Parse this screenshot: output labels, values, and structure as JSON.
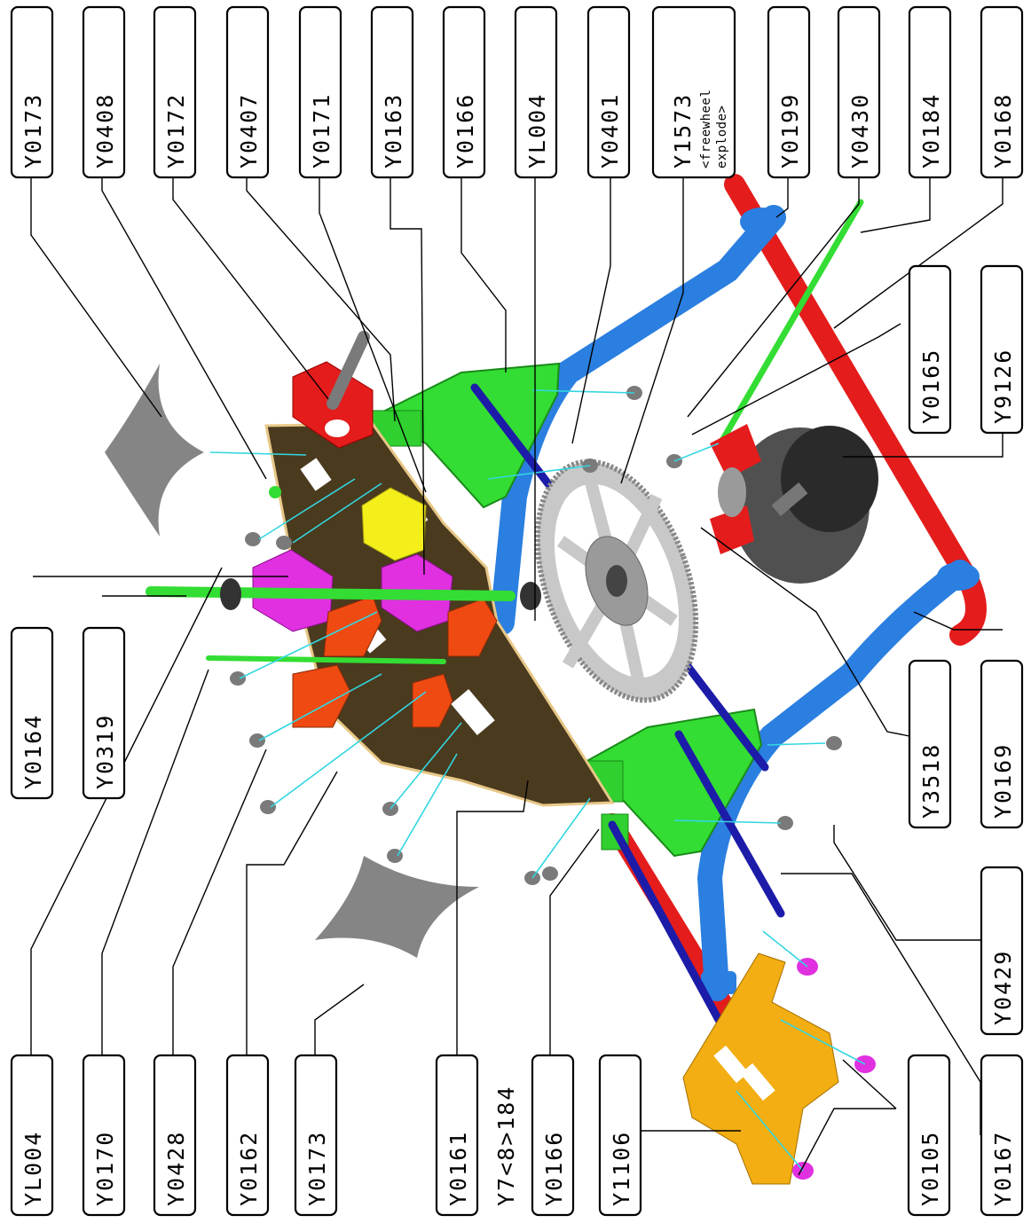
{
  "diagram": {
    "labels_top": [
      "Y0173",
      "Y0408",
      "Y0172",
      "Y0407",
      "Y0171",
      "Y0163",
      "Y0166",
      "YL004",
      "Y0401",
      "Y1573",
      "Y0199",
      "Y0430",
      "Y0184",
      "Y0168"
    ],
    "freewheel_note_1": "<freewheel",
    "freewheel_note_2": "explode>",
    "labels_bottom": [
      "YL004",
      "Y0170",
      "Y0428",
      "Y0162",
      "Y0173",
      "Y0161",
      "Y7<8>184",
      "Y0166",
      "Y1106",
      "Y0105",
      "Y0167"
    ],
    "labels_left": [
      "Y0164",
      "Y0319"
    ],
    "labels_right": [
      "Y0165",
      "Y9126",
      "Y3518",
      "Y0169",
      "Y0429"
    ],
    "colors": {
      "boom_red": "#e41c1c",
      "skid_blue": "#2a7fe0",
      "strut_green": "#33dd33",
      "rod_navy": "#1c1ca8",
      "plate_brown": "#4a3a1e",
      "block_magenta": "#e030e0",
      "block_orange": "#ee4a12",
      "block_yellow": "#f4ee1a",
      "plate_gold": "#f2ae12",
      "gear_grey": "#c8c8c8",
      "motor_dark": "#505050",
      "fin_grey": "#858585",
      "leader_cyan": "#33d6e0"
    }
  }
}
